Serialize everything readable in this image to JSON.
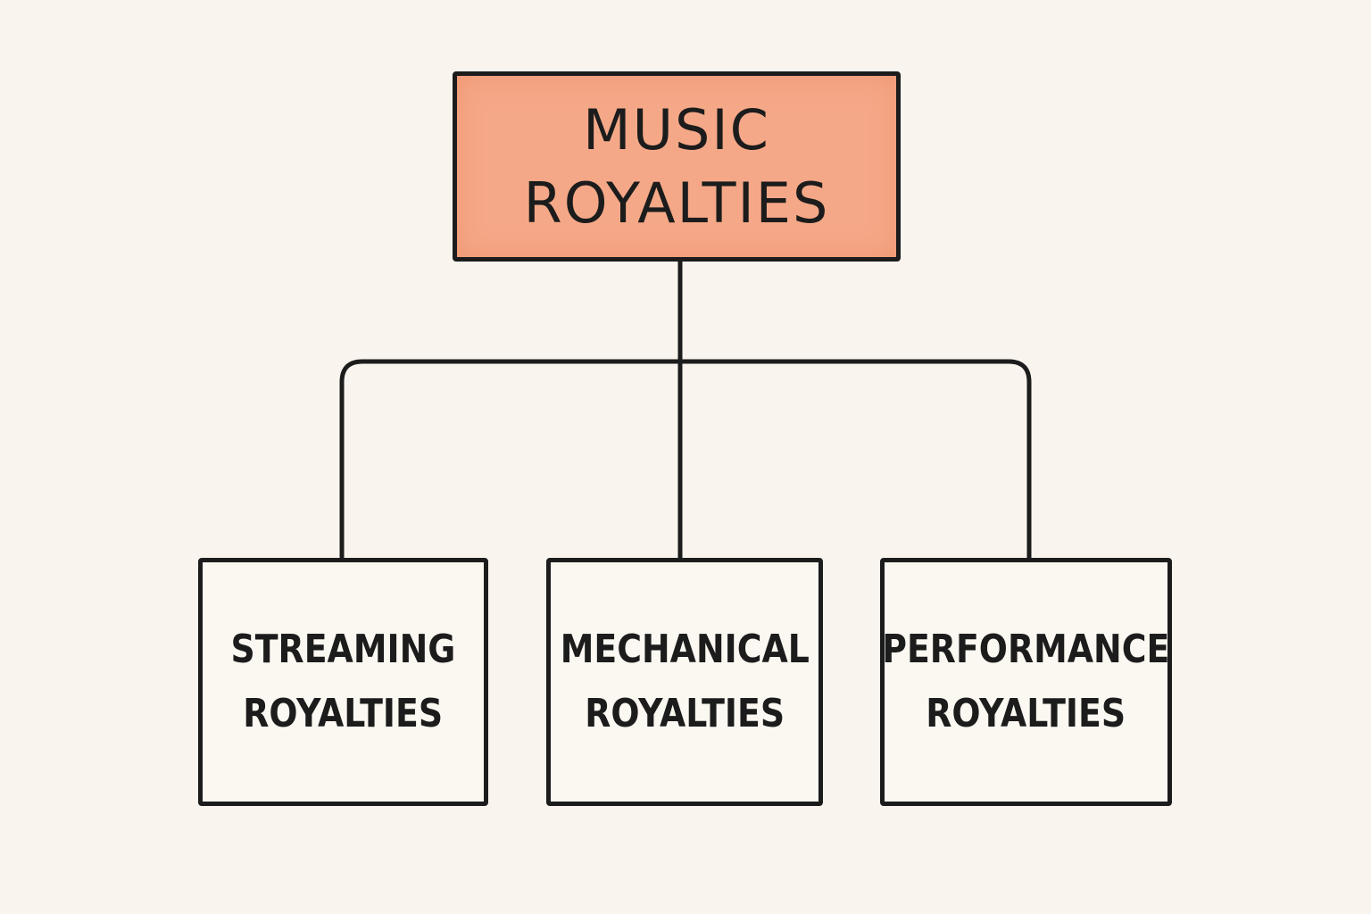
{
  "root": {
    "line1": "MUSIC",
    "line2": "ROYALTIES",
    "fill_color": "#f5a887"
  },
  "children": [
    {
      "line1": "STREAMING",
      "line2": "ROYALTIES"
    },
    {
      "line1": "MECHANICAL",
      "line2": "ROYALTIES"
    },
    {
      "line1": "PERFORMANCE",
      "line2": "ROYALTIES"
    }
  ],
  "colors": {
    "background": "#f9f5ee",
    "stroke": "#1c1c1c"
  }
}
